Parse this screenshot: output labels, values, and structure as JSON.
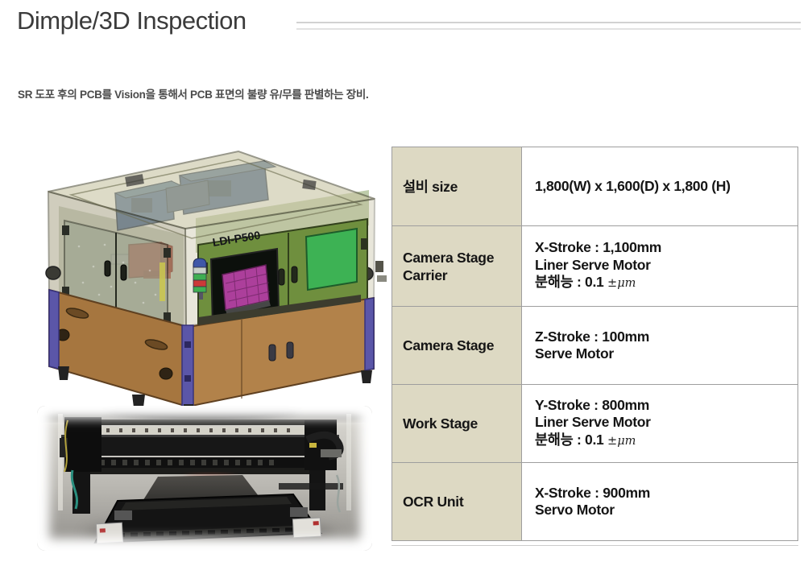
{
  "page": {
    "title": "Dimple/3D Inspection",
    "description": "SR 도포 후의 PCB를 Vision을 통해서 PCB 표면의 불량 유/무를 판별하는 장비."
  },
  "machine_render": {
    "model_label": "LDI-P500"
  },
  "spec_table": {
    "rows": [
      {
        "label": "설비 size",
        "value_lines": [
          {
            "text": "1,800(W) x 1,600(D) x 1,800 (H)"
          }
        ]
      },
      {
        "label": "Camera Stage Carrier",
        "value_lines": [
          {
            "text": "X-Stroke : 1,100mm"
          },
          {
            "text": "Liner Serve Motor"
          },
          {
            "text": "분해능 : 0.1 ",
            "unit": "±μm"
          }
        ]
      },
      {
        "label": "Camera Stage",
        "value_lines": [
          {
            "text": "Z-Stroke : 100mm"
          },
          {
            "text": "Serve Motor"
          }
        ]
      },
      {
        "label": "Work Stage",
        "value_lines": [
          {
            "text": "Y-Stroke : 800mm"
          },
          {
            "text": "Liner Serve Motor"
          },
          {
            "text": "분해능 : 0.1 ",
            "unit": "±μm"
          }
        ]
      },
      {
        "label": "OCR Unit",
        "value_lines": [
          {
            "text": "X-Stroke : 900mm"
          },
          {
            "text": "Servo Motor"
          }
        ]
      }
    ]
  },
  "colors": {
    "title_text": "#3b3b3b",
    "title_rule": "#d2d2d2",
    "description_text": "#4b4b4b",
    "table_border": "#9e9e9e",
    "label_cell_bg": "#ddd9c3",
    "cell_text": "#151515",
    "machine_cover_khaki": "#c8c4a2",
    "machine_base_brown": "#a6763f",
    "machine_post_purple": "#5b56a8",
    "machine_door_green": "#6f8f3e",
    "machine_window_green": "#3db254",
    "machine_pcb_magenta": "#ac3f9b",
    "machine_unit_red": "#c13b30",
    "machine_equipment_blue": "#3e6096"
  }
}
